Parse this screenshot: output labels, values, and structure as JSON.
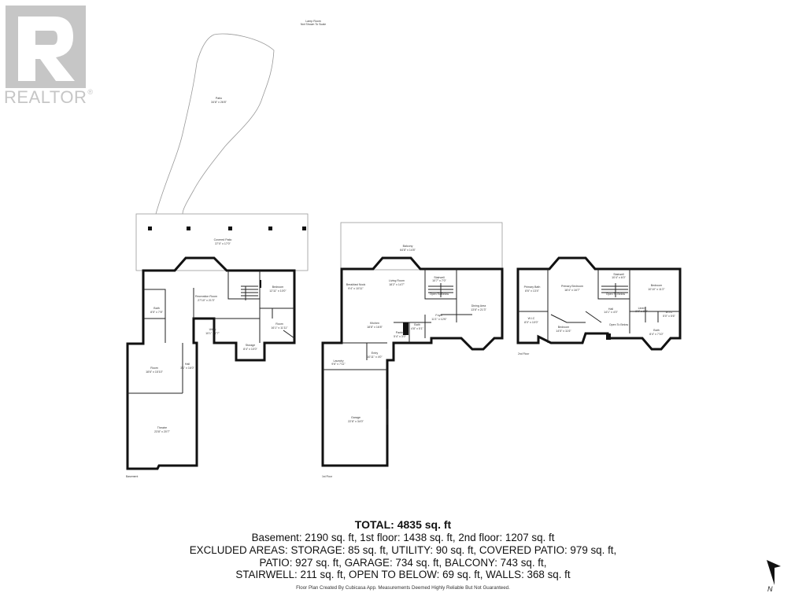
{
  "logo": {
    "wordmark": "REALTOR",
    "trademark": "®"
  },
  "floors": {
    "basement": {
      "label": "Basement",
      "rooms": [
        {
          "name": "Covered Patio",
          "dims": "37'0\" x 17'0\""
        },
        {
          "name": "Patio",
          "dims": "34'8\" x 26'8\""
        },
        {
          "name": "Recreation Room",
          "dims": "27'10\" x 21'3\""
        },
        {
          "name": "Bedroom",
          "dims": "12'11\" x 10'0\""
        },
        {
          "name": "Room",
          "dims": "16'1\" x 11'11\""
        },
        {
          "name": "Bath",
          "dims": "8'5\" x 7'8\""
        },
        {
          "name": "Utility",
          "dims": "10'1\" x 7'7\""
        },
        {
          "name": "Storage",
          "dims": "8'4\" x 10'0\""
        },
        {
          "name": "Room",
          "dims": "18'6\" x 15'10\""
        },
        {
          "name": "Hall",
          "dims": "3'1\" x 16'0\""
        },
        {
          "name": "Theatre",
          "dims": "23'8\" x 20'7\""
        }
      ]
    },
    "first": {
      "label": "1st Floor",
      "rooms": [
        {
          "name": "Balcony",
          "dims": "64'8\" x 14'8\""
        },
        {
          "name": "Breakfast Nook",
          "dims": "9'4\" x 10'11\""
        },
        {
          "name": "Living Room",
          "dims": "18'2\" x 14'7\""
        },
        {
          "name": "Stairwell",
          "dims": "10'7\" x 7'0\""
        },
        {
          "name": "Open To Below",
          "dims": ""
        },
        {
          "name": "Dining Area",
          "dims": "13'8\" x 21'3\""
        },
        {
          "name": "Kitchen",
          "dims": "18'8\" x 16'8\""
        },
        {
          "name": "Foyer",
          "dims": "11'1\" x 12'6\""
        },
        {
          "name": "Pantry",
          "dims": "5'4\" x 3'0\""
        },
        {
          "name": "Bath",
          "dims": "4'8\" x 5'1\""
        },
        {
          "name": "Laundry",
          "dims": "9'6\" x 7'11\""
        },
        {
          "name": "Entry",
          "dims": "10'11\" x 4'0\""
        },
        {
          "name": "Garage",
          "dims": "22'8\" x 34'0\""
        }
      ]
    },
    "second": {
      "label": "2nd Floor",
      "rooms": [
        {
          "name": "Primary Bath",
          "dims": "8'6\" x 13'4\""
        },
        {
          "name": "Primary Bedroom",
          "dims": "18'4\" x 16'7\""
        },
        {
          "name": "Stairwell",
          "dims": "10'4\" x 6'0\""
        },
        {
          "name": "Open To Below",
          "dims": ""
        },
        {
          "name": "Bedroom",
          "dims": "10'10\" x 11'2\""
        },
        {
          "name": "W.I.C",
          "dims": "8'0\" x 10'0\""
        },
        {
          "name": "Bedroom",
          "dims": "14'5\" x 11'6\""
        },
        {
          "name": "Hall",
          "dims": "14'1\" x 4'0\""
        },
        {
          "name": "Open To Below",
          "dims": ""
        },
        {
          "name": "Bath",
          "dims": "8'4\" x 7'10\""
        },
        {
          "name": "W.I.C",
          "dims": "5'0\" x 5'6\""
        },
        {
          "name": "Linen",
          "dims": "3'0\" x 2'2\""
        }
      ]
    },
    "top_note": {
      "name": "Lamp Room",
      "dims": "Not Shown To Scale"
    }
  },
  "summary": {
    "total": "TOTAL: 4835 sq. ft",
    "lines": [
      "Basement: 2190 sq. ft, 1st floor: 1438 sq. ft, 2nd floor: 1207 sq. ft",
      "EXCLUDED AREAS: STORAGE: 85 sq. ft, UTILITY: 90 sq. ft, COVERED PATIO: 979 sq. ft,",
      "PATIO: 927 sq. ft, GARAGE: 734 sq. ft, BALCONY: 743 sq. ft,",
      "STAIRWELL: 211 sq. ft, OPEN TO BELOW: 69 sq. ft, WALLS: 368 sq. ft"
    ]
  },
  "credit": "Floor Plan Created By Cubicasa App. Measurements Deemed Highly Reliable But Not Guaranteed.",
  "compass": {
    "label": "N",
    "icon": "north-arrow-icon"
  },
  "colors": {
    "wall": "#111111",
    "logo": "#c6c6c6",
    "text": "#111111"
  }
}
